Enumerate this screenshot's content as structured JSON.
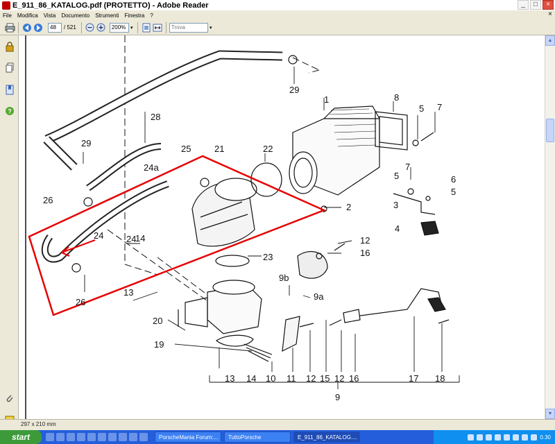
{
  "window": {
    "title": "E_911_86_KATALOG.pdf (PROTETTO) - Adobe Reader",
    "min_label": "_",
    "max_label": "□",
    "close_label": "×"
  },
  "menu": [
    "File",
    "Modifica",
    "Vista",
    "Documento",
    "Strumenti",
    "Finestra",
    "?"
  ],
  "menu_close": "×",
  "toolbar": {
    "page_value": "48",
    "page_total": "/ 521",
    "zoom_value": "200%",
    "search_placeholder": "Trova"
  },
  "status": {
    "page_size": "297 x 210 mm"
  },
  "taskbar": {
    "start_label": "start",
    "tasks": [
      "PorscheMania Forum:...",
      "TuttoPorsche",
      "E_911_86_KATALOG...."
    ],
    "clock": "0.30"
  },
  "diagram": {
    "part_numbers": [
      "1",
      "2",
      "3",
      "4",
      "5",
      "5",
      "5",
      "6",
      "7",
      "7",
      "8",
      "9",
      "9a",
      "9b",
      "10",
      "11",
      "12",
      "12",
      "12",
      "13",
      "13",
      "14",
      "14",
      "15",
      "16",
      "16",
      "17",
      "18",
      "19",
      "20",
      "21",
      "22",
      "23",
      "24",
      "24",
      "24a",
      "25",
      "26",
      "26",
      "28",
      "29",
      "29"
    ]
  },
  "colors": {
    "highlight": "#e60000",
    "taskbar": "#245edb"
  }
}
